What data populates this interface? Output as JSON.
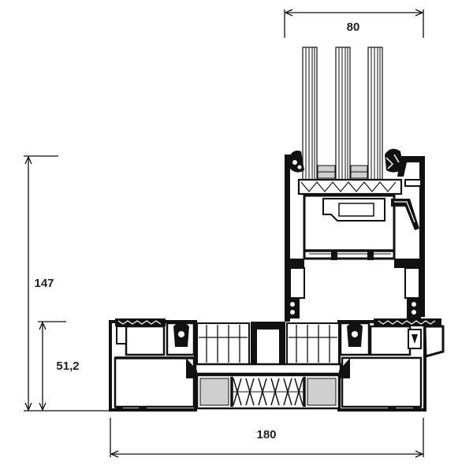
{
  "dimensions": {
    "glass_width": "80",
    "total_height": "147",
    "base_height": "51,2",
    "total_width": "180"
  }
}
